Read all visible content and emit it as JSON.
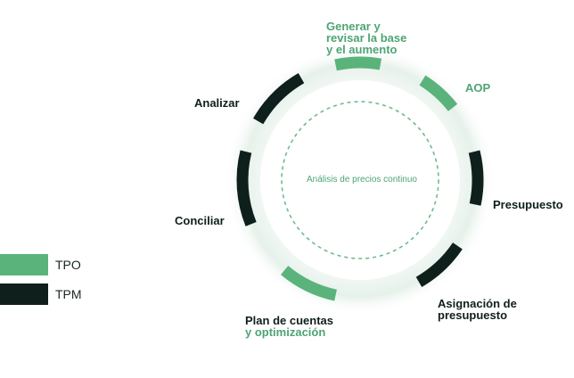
{
  "center": {
    "label": "Análisis de precios continuo"
  },
  "colors": {
    "tpo": "#5bb37c",
    "tpm": "#0f1f1b",
    "ring_glow": "#e9f3ed",
    "dash": "#6dbb8c"
  },
  "stages": [
    {
      "id": "generar",
      "lines": [
        "Generar y",
        "revisar la base",
        "y el aumento"
      ],
      "kind": "TPO"
    },
    {
      "id": "aop",
      "lines": [
        "AOP"
      ],
      "kind": "TPO"
    },
    {
      "id": "presupuesto",
      "lines": [
        "Presupuesto"
      ],
      "kind": "TPM"
    },
    {
      "id": "asignacion",
      "lines": [
        "Asignación de",
        "presupuesto"
      ],
      "kind": "TPM"
    },
    {
      "id": "plan",
      "lines": [
        "Plan de cuentas",
        "y optimización"
      ],
      "kind": "TPO"
    },
    {
      "id": "conciliar",
      "lines": [
        "Conciliar"
      ],
      "kind": "TPM"
    },
    {
      "id": "analizar",
      "lines": [
        "Analizar"
      ],
      "kind": "TPM"
    }
  ],
  "legend": [
    {
      "label": "TPO",
      "color": "#5bb37c"
    },
    {
      "label": "TPM",
      "color": "#0f1f1b"
    }
  ]
}
